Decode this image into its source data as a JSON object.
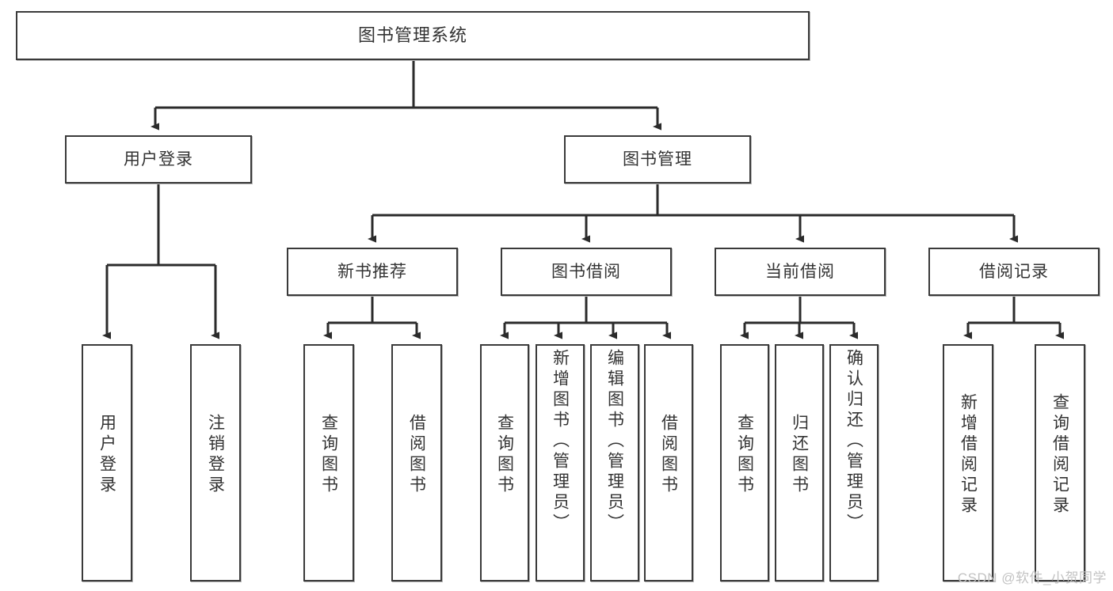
{
  "diagram": {
    "type": "tree",
    "title": "图书管理系统",
    "watermark": "CSDN @软件_小贺同学",
    "levels": {
      "root": {
        "label": "图书管理系统"
      },
      "level2": [
        {
          "label": "用户登录"
        },
        {
          "label": "图书管理"
        }
      ],
      "level3": [
        {
          "label": "新书推荐"
        },
        {
          "label": "图书借阅"
        },
        {
          "label": "当前借阅"
        },
        {
          "label": "借阅记录"
        }
      ],
      "leaves": {
        "user_login": [
          {
            "label": "用户登录"
          },
          {
            "label": "注销登录"
          }
        ],
        "new_book": [
          {
            "label": "查询图书"
          },
          {
            "label": "借阅图书"
          }
        ],
        "book_borrow": [
          {
            "label": "查询图书"
          },
          {
            "label": "新增图书（管理员）"
          },
          {
            "label": "编辑图书（管理员）"
          },
          {
            "label": "借阅图书"
          }
        ],
        "current_borrow": [
          {
            "label": "查询图书"
          },
          {
            "label": "归还图书"
          },
          {
            "label": "确认归还（管理员）"
          }
        ],
        "borrow_record": [
          {
            "label": "新增借阅记录"
          },
          {
            "label": "查询借阅记录"
          }
        ]
      }
    },
    "colors": {
      "box_border": "#3a3a3a",
      "box_fill": "#ffffff",
      "connector": "#2b2b2b",
      "text": "#333333",
      "watermark": "#c2c2c2"
    }
  }
}
